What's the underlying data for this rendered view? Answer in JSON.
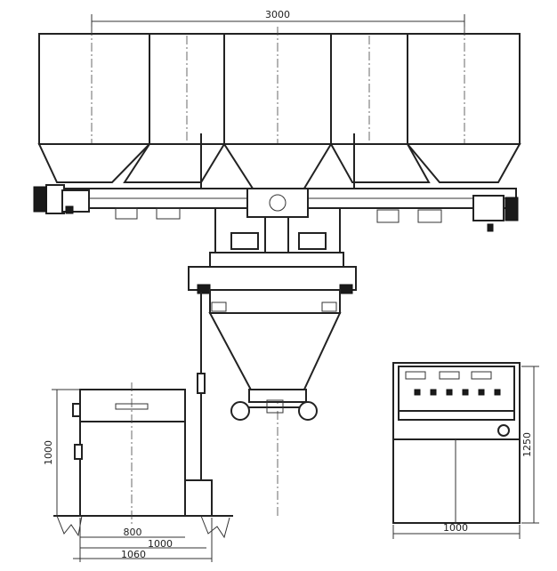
{
  "dimensions": {
    "total_width": "3000",
    "left_cabinet_height": "1000",
    "left_cabinet_inner_width": "800",
    "left_cabinet_width": "1000",
    "left_overall_width": "1060",
    "right_console_width": "1000",
    "right_console_height": "1250"
  }
}
